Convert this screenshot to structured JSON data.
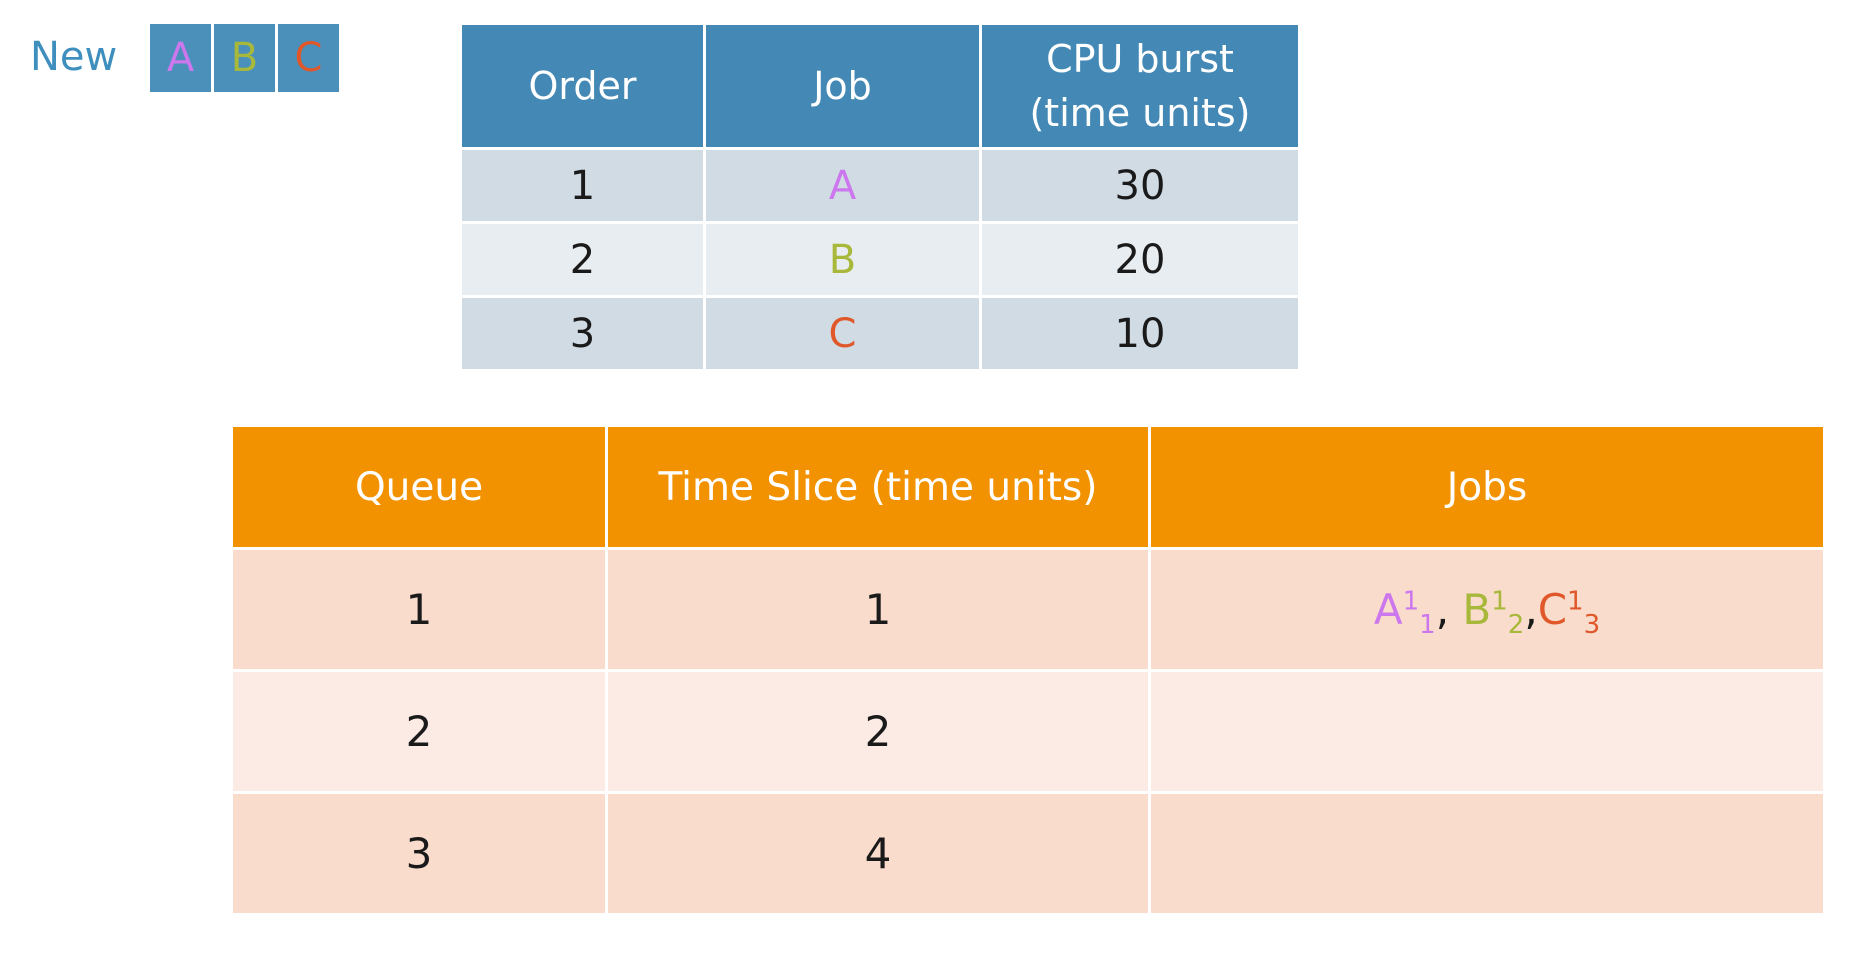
{
  "colors": {
    "job_A": "#cc77ee",
    "job_B": "#a8b83a",
    "job_C": "#e0582a",
    "jobs_header_bg": "#4489b5",
    "queue_header_bg": "#f39200",
    "new_label": "#3f8fbe"
  },
  "new_queue": {
    "label": "New",
    "jobs": [
      "A",
      "B",
      "C"
    ]
  },
  "jobs_table": {
    "headers": {
      "order": "Order",
      "job": "Job",
      "cpu_burst_line1": "CPU burst",
      "cpu_burst_line2": "(time units)"
    },
    "rows": [
      {
        "order": "1",
        "job": "A",
        "cpu_burst": "30"
      },
      {
        "order": "2",
        "job": "B",
        "cpu_burst": "20"
      },
      {
        "order": "3",
        "job": "C",
        "cpu_burst": "10"
      }
    ]
  },
  "queue_table": {
    "headers": {
      "queue": "Queue",
      "time_slice": "Time Slice (time units)",
      "jobs": "Jobs"
    },
    "rows": [
      {
        "queue": "1",
        "time_slice": "1",
        "jobs": [
          {
            "name": "A",
            "sup": "1",
            "sub": "1",
            "sep": ", "
          },
          {
            "name": "B",
            "sup": "1",
            "sub": "2",
            "sep": ","
          },
          {
            "name": "C",
            "sup": "1",
            "sub": "3",
            "sep": ""
          }
        ]
      },
      {
        "queue": "2",
        "time_slice": "2",
        "jobs": []
      },
      {
        "queue": "3",
        "time_slice": "4",
        "jobs": []
      }
    ]
  }
}
